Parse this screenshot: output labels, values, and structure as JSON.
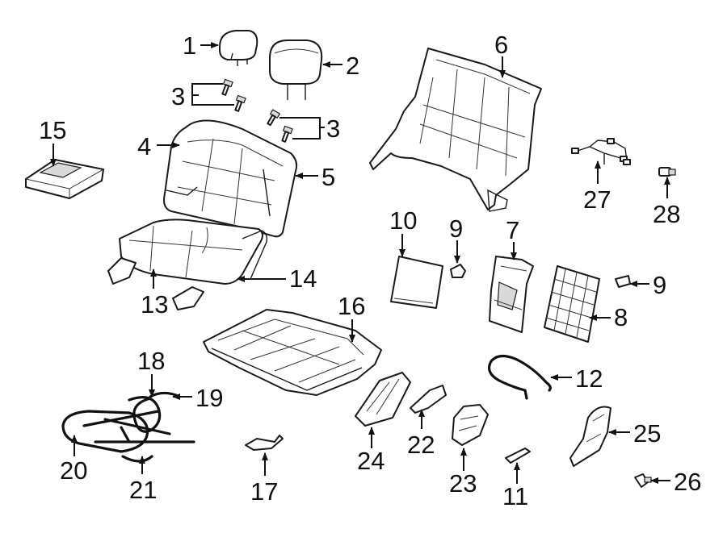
{
  "callouts": {
    "c1": "1",
    "c2": "2",
    "c3a": "3",
    "c3b": "3",
    "c4": "4",
    "c5": "5",
    "c6": "6",
    "c7": "7",
    "c8": "8",
    "c9a": "9",
    "c9b": "9",
    "c10": "10",
    "c11": "11",
    "c12": "12",
    "c13": "13",
    "c14": "14",
    "c15": "15",
    "c16": "16",
    "c17": "17",
    "c18": "18",
    "c19": "19",
    "c20": "20",
    "c21": "21",
    "c22": "22",
    "c23": "23",
    "c24": "24",
    "c25": "25",
    "c26": "26",
    "c27": "27",
    "c28": "28"
  },
  "colors": {
    "line": "#1a1a1a",
    "background": "#ffffff",
    "shade": "#d9d9d9"
  }
}
